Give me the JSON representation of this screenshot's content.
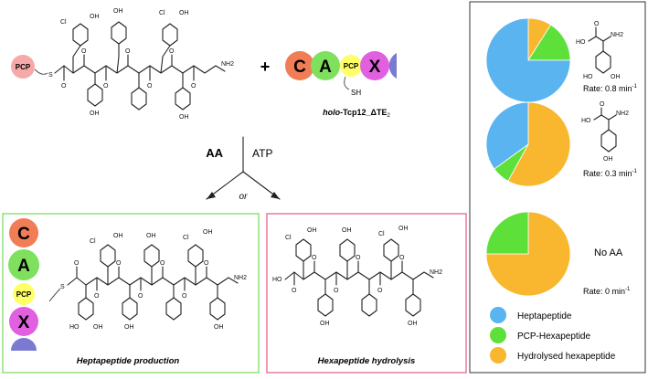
{
  "substrate": {
    "pcp_label": "PCP",
    "atoms": {
      "cl": "Cl",
      "oh": "OH",
      "o": "O",
      "h": "H",
      "n": "N",
      "s": "S",
      "nh2": "NH2"
    }
  },
  "plus": "+",
  "enzyme": {
    "domains": [
      {
        "label": "C",
        "color": "#f07d55"
      },
      {
        "label": "A",
        "color": "#7fe05e"
      },
      {
        "label": "PCP",
        "color": "#ffff66"
      },
      {
        "label": "X",
        "color": "#e060e0"
      }
    ],
    "trailing_color": "#7a7ad0",
    "sh_label": "SH",
    "name_prefix": "holo",
    "name_main": "-Tcp12_ΔTE",
    "name_sub": "2"
  },
  "reaction": {
    "aa_label": "AA",
    "atp_label": "ATP",
    "or_label": "or"
  },
  "heptapeptide_box": {
    "caption": "Heptapeptide production",
    "border_color": "#8fe07a",
    "domains": [
      {
        "label": "C",
        "color": "#f07d55"
      },
      {
        "label": "A",
        "color": "#7fe05e"
      },
      {
        "label": "PCP",
        "color": "#ffff66"
      },
      {
        "label": "X",
        "color": "#e060e0"
      }
    ]
  },
  "hexapeptide_box": {
    "caption": "Hexapeptide hydrolysis",
    "border_color": "#e87a9a"
  },
  "results_panel": {
    "colors": {
      "heptapeptide": "#5ab4f0",
      "pcp_hexapeptide": "#5ee03a",
      "hydrolysed": "#f8b72e"
    },
    "pies": [
      {
        "heptapeptide": 0.75,
        "pcp_hexapeptide": 0.16,
        "hydrolysed": 0.09,
        "rate_prefix": "Rate: 0.8 min",
        "rate_sup": "-1",
        "amino_acid_label": ""
      },
      {
        "heptapeptide": 0.35,
        "pcp_hexapeptide": 0.07,
        "hydrolysed": 0.58,
        "rate_prefix": "Rate: 0.3 min",
        "rate_sup": "-1",
        "amino_acid_label": ""
      },
      {
        "heptapeptide": 0.0,
        "pcp_hexapeptide": 0.25,
        "hydrolysed": 0.75,
        "rate_prefix": "Rate: 0 min",
        "rate_sup": "-1",
        "amino_acid_label": "No AA"
      }
    ],
    "legend": [
      {
        "label": "Heptapeptide",
        "key": "heptapeptide"
      },
      {
        "label": "PCP-Hexapeptide",
        "key": "pcp_hexapeptide"
      },
      {
        "label": "Hydrolysed hexapeptide",
        "key": "hydrolysed"
      }
    ]
  }
}
